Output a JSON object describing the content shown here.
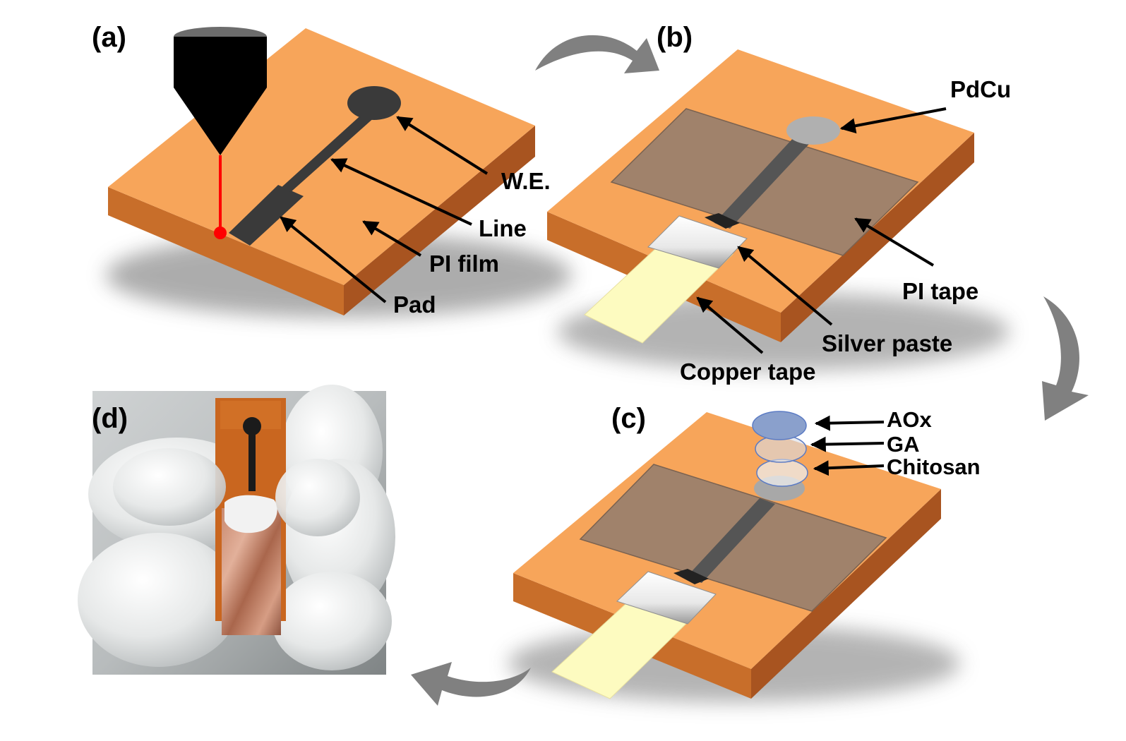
{
  "panels": {
    "a": {
      "label": "(a)",
      "callouts": {
        "we": "W.E.",
        "line": "Line",
        "pi_film": "PI film",
        "pad": "Pad"
      }
    },
    "b": {
      "label": "(b)",
      "callouts": {
        "pdcu": "PdCu",
        "pi_tape": "PI tape",
        "silver_paste": "Silver paste",
        "copper_tape": "Copper tape"
      }
    },
    "c": {
      "label": "(c)",
      "callouts": {
        "aox": "AOx",
        "ga": "GA",
        "chitosan": "Chitosan"
      }
    },
    "d": {
      "label": "(d)"
    }
  },
  "colors": {
    "substrate_top": "#f7a55a",
    "substrate_front": "#c86e2a",
    "substrate_side": "#a85420",
    "pi_tape": "#a0826b",
    "electrode": "#3a3a3a",
    "pdcu": "#b0b0b0",
    "copper_tape": "#fdfbc0",
    "laser": "#ff0000",
    "flow_arrow": "#808080",
    "aox_layer": "#8aa0cc",
    "layer_outline": "#5b7bc4"
  }
}
